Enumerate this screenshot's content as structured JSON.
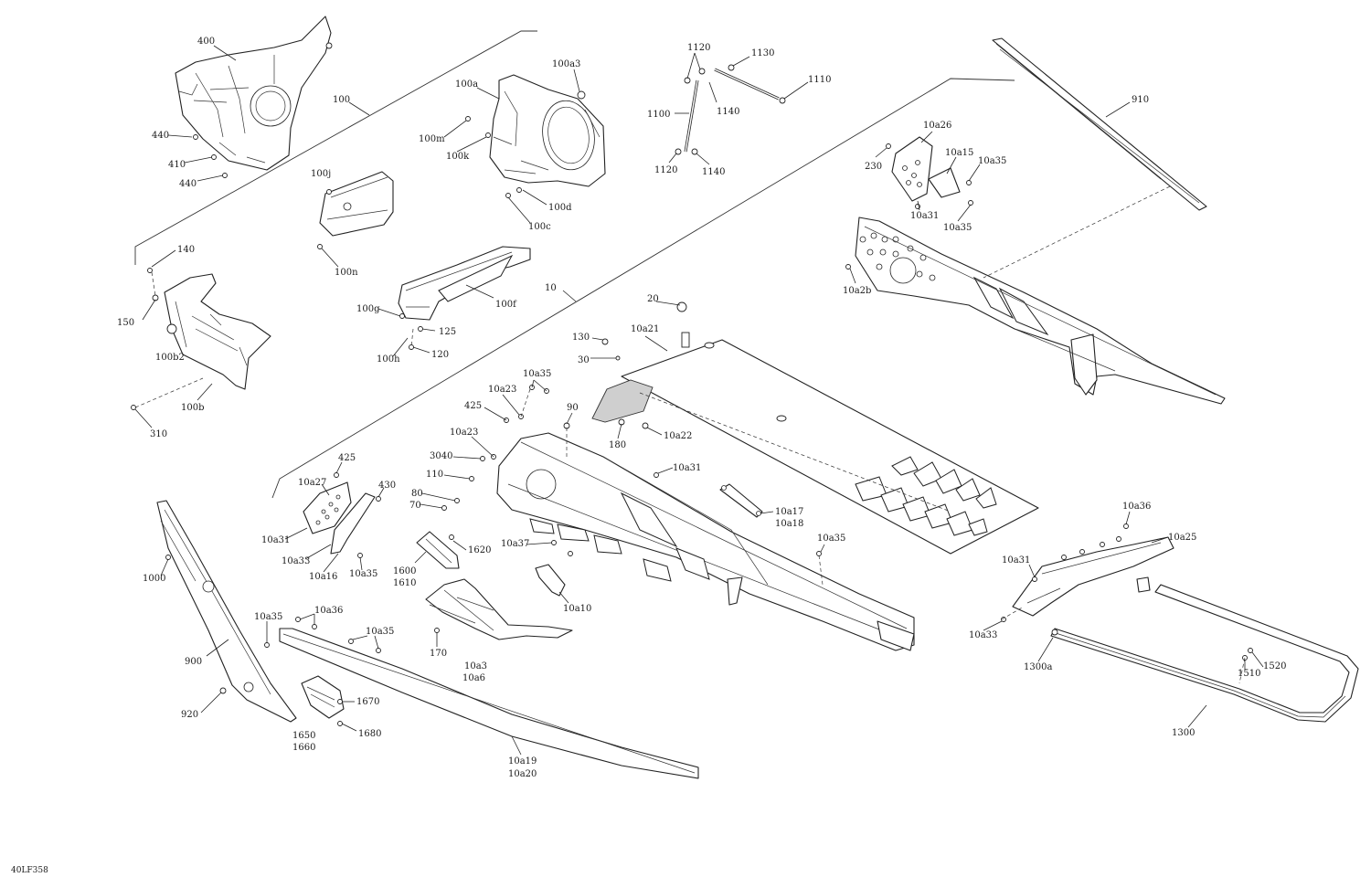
{
  "diagram": {
    "reference": "40LF358",
    "labels": {
      "l400": "400",
      "l100": "100",
      "l440a": "440",
      "l410": "410",
      "l440b": "440",
      "l100a3": "100a3",
      "l100a": "100a",
      "l100m": "100m",
      "l100k": "100k",
      "l100d": "100d",
      "l100c": "100c",
      "l100j": "100j",
      "l100n": "100n",
      "l1120a": "1120",
      "l1130": "1130",
      "l1110": "1110",
      "l1100": "1100",
      "l1140a": "1140",
      "l1120b": "1120",
      "l1140b": "1140",
      "l910": "910",
      "l10a26": "10a26",
      "l230": "230",
      "l10a15": "10a15",
      "l10a35a": "10a35",
      "l10a31a": "10a31",
      "l10a35b": "10a35",
      "l10a2b": "10a2b",
      "l140": "140",
      "l150": "150",
      "l100b2": "100b2",
      "l100b": "100b",
      "l310": "310",
      "l100g": "100g",
      "l100f": "100f",
      "l125": "125",
      "l120": "120",
      "l100h": "100h",
      "l10": "10",
      "l20": "20",
      "l130": "130",
      "l10a21": "10a21",
      "l30": "30",
      "l180": "180",
      "l10a22": "10a22",
      "l10a35c": "10a35",
      "l10a23a": "10a23",
      "l425a": "425",
      "l90": "90",
      "l10a23b": "10a23",
      "l3040": "3040",
      "l110": "110",
      "l80": "80",
      "l70": "70",
      "l10a31b": "10a31",
      "l10a17": "10a17",
      "l10a18": "10a18",
      "l10a35d": "10a35",
      "l425b": "425",
      "l10a27": "10a27",
      "l430": "430",
      "l10a31c": "10a31",
      "l10a33a": "10a33",
      "l10a16": "10a16",
      "l10a35e": "10a35",
      "l1600": "1600",
      "l1610": "1610",
      "l1620": "1620",
      "l10a37": "10a37",
      "l10a10": "10a10",
      "l10a36a": "10a36",
      "l10a25": "10a25",
      "l10a31d": "10a31",
      "l10a33b": "10a33",
      "l1300a": "1300a",
      "l1510": "1510",
      "l1520": "1520",
      "l1300": "1300",
      "l1000": "1000",
      "l900": "900",
      "l920": "920",
      "l10a35f": "10a35",
      "l10a36b": "10a36",
      "l10a35g": "10a35",
      "l170": "170",
      "l10a3": "10a3",
      "l10a6": "10a6",
      "l1670": "1670",
      "l1650": "1650",
      "l1660": "1660",
      "l1680": "1680",
      "l10a19": "10a19",
      "l10a20": "10a20"
    }
  }
}
